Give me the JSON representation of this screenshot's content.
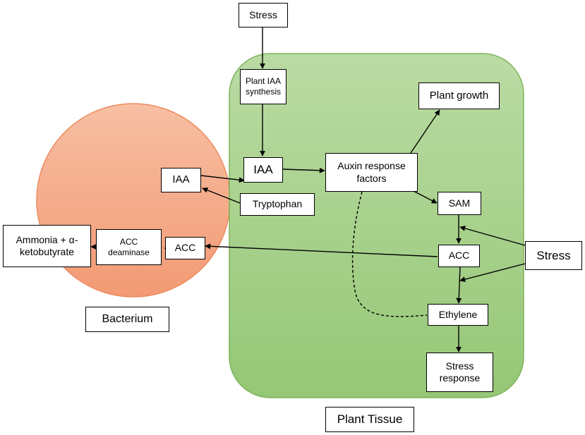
{
  "nodes": {
    "stress_top": "Stress",
    "plant_iaa_synthesis": "Plant IAA\nsynthesis",
    "plant_growth": "Plant growth",
    "iaa_bacterium": "IAA",
    "iaa_plant": "IAA",
    "auxin_response_factors": "Auxin response\nfactors",
    "tryptophan": "Tryptophan",
    "sam": "SAM",
    "ammonia_ketobutyrate": "Ammonia + α-\nketobutyrate",
    "acc_deaminase": "ACC\ndeaminase",
    "acc_bacterium": "ACC",
    "acc_plant": "ACC",
    "stress_right": "Stress",
    "ethylene": "Ethylene",
    "stress_response": "Stress\nresponse"
  },
  "labels": {
    "bacterium": "Bacterium",
    "plant_tissue": "Plant Tissue"
  },
  "colors": {
    "plant_tissue_fill": "#a9d18e",
    "bacterium_fill": "#f4a582"
  }
}
